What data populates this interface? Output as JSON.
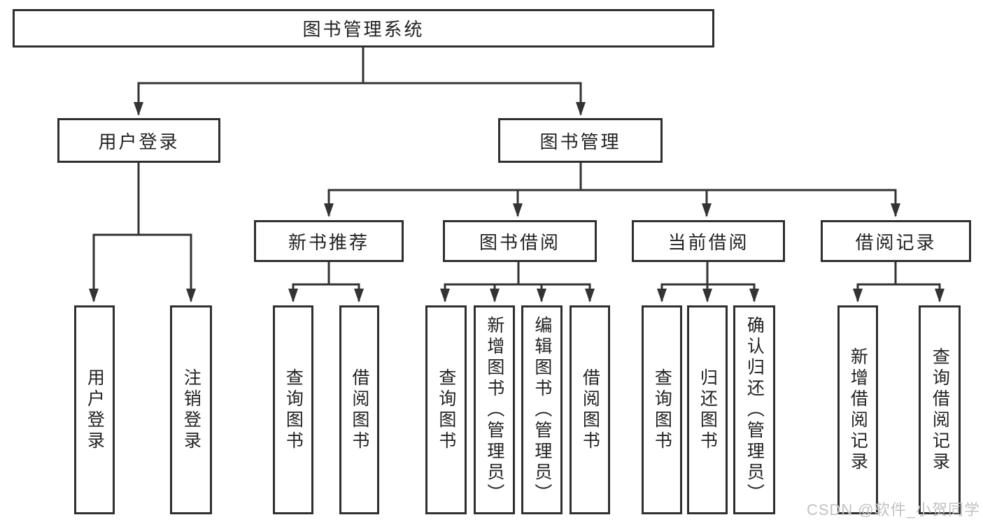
{
  "tree": {
    "label": "图书管理系统",
    "children": [
      {
        "label": "用户登录",
        "children": [
          {
            "label": "用户登录"
          },
          {
            "label": "注销登录"
          }
        ]
      },
      {
        "label": "图书管理",
        "children": [
          {
            "label": "新书推荐",
            "children": [
              {
                "label": "查询图书"
              },
              {
                "label": "借阅图书"
              }
            ]
          },
          {
            "label": "图书借阅",
            "children": [
              {
                "label": "查询图书"
              },
              {
                "label": "新增图书（管理员）"
              },
              {
                "label": "编辑图书（管理员）"
              },
              {
                "label": "借阅图书"
              }
            ]
          },
          {
            "label": "当前借阅",
            "children": [
              {
                "label": "查询图书"
              },
              {
                "label": "归还图书"
              },
              {
                "label": "确认归还（管理员）"
              }
            ]
          },
          {
            "label": "借阅记录",
            "children": [
              {
                "label": "新增借阅记录"
              },
              {
                "label": "查询借阅记录"
              }
            ]
          }
        ]
      }
    ]
  },
  "watermark": "CSDN @软件_小贺同学",
  "colors": {
    "line": "#333333",
    "border": "#2f2f2f",
    "text": "#222222",
    "watermark": "#c2c2c2",
    "background": "#ffffff"
  }
}
